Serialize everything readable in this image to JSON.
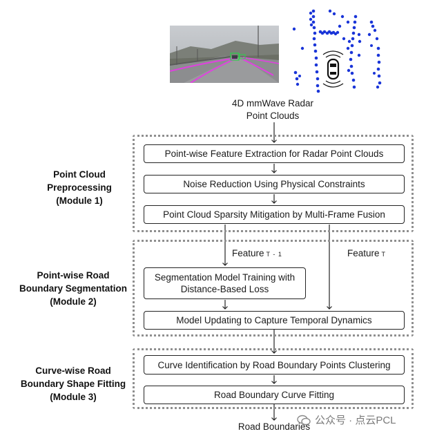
{
  "input": {
    "line1": "4D mmWave Radar",
    "line2": "Point Clouds"
  },
  "module1": {
    "label": [
      "Point Cloud",
      "Preprocessing",
      "(Module 1)"
    ],
    "steps": [
      "Point-wise Feature Extraction for Radar Point Clouds",
      "Noise Reduction Using Physical Constraints",
      "Point Cloud Sparsity Mitigation by Multi-Frame Fusion"
    ]
  },
  "module2": {
    "label": [
      "Point-wise Road",
      "Boundary Segmentation",
      "(Module 2)"
    ],
    "feature_prev": {
      "text": "Feature",
      "sub": "T - 1"
    },
    "feature_curr": {
      "text": "Feature",
      "sub": "T"
    },
    "training": [
      "Segmentation Model Training with",
      "Distance-Based Loss"
    ],
    "updating": "Model Updating to Capture Temporal Dynamics"
  },
  "module3": {
    "label": [
      "Curve-wise Road",
      "Boundary Shape Fitting",
      "(Module 3)"
    ],
    "steps": [
      "Curve Identification by Road Boundary Points Clustering",
      "Road Boundary Curve Fitting"
    ]
  },
  "output": "Road Boundaries",
  "watermark": "公众号 · 点云PCL"
}
